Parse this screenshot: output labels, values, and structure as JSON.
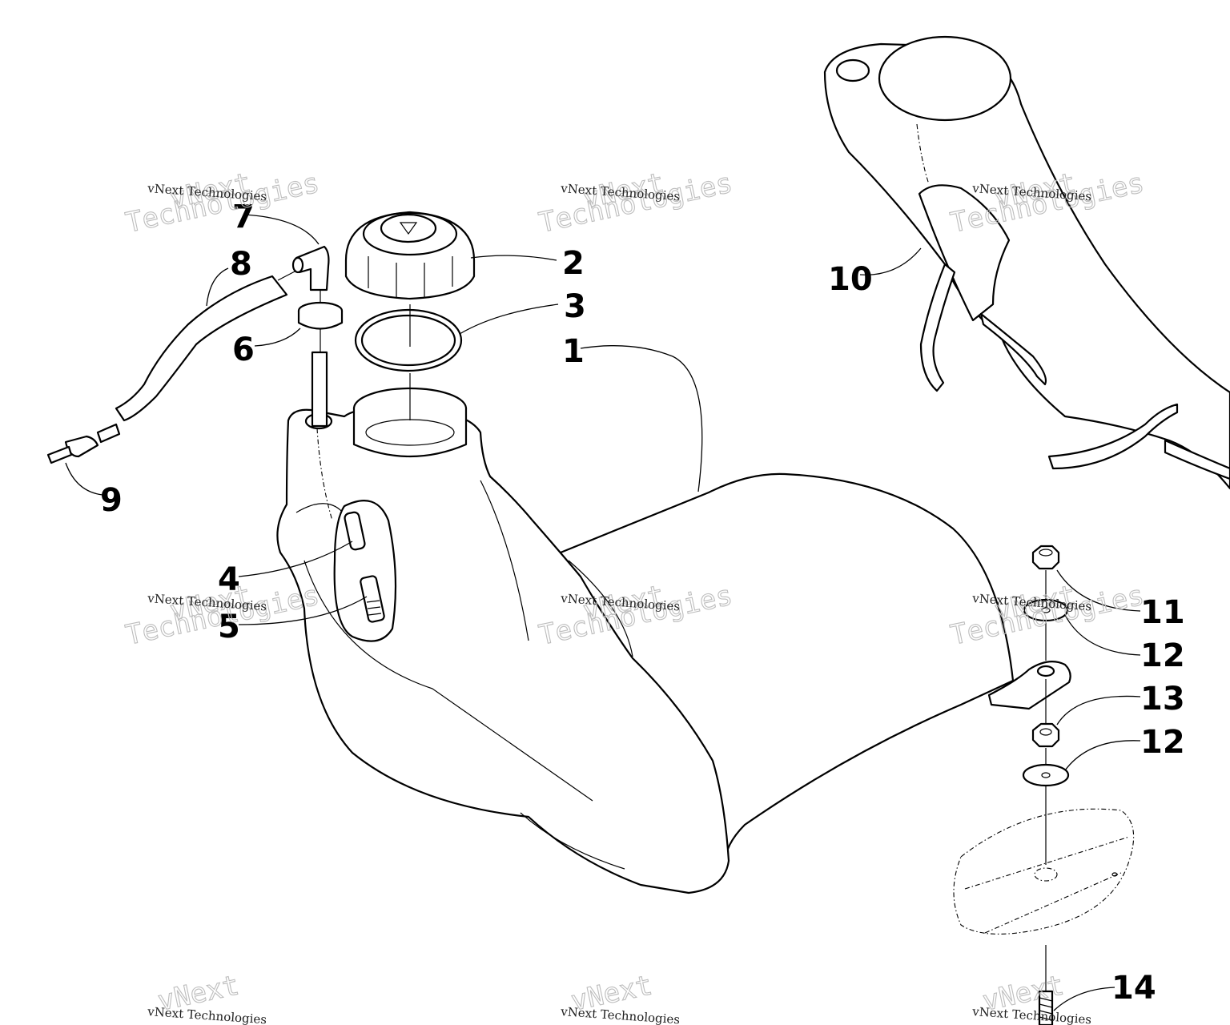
{
  "callouts": [
    "1",
    "2",
    "3",
    "4",
    "5",
    "6",
    "7",
    "8",
    "9",
    "10",
    "11",
    "12",
    "13",
    "12",
    "14"
  ],
  "watermark": {
    "brand": "vNext",
    "company": "vNext Technologies",
    "word": "Technologies"
  },
  "colors": {
    "line": "#000000",
    "background": "#ffffff",
    "watermark": "#bdbdbd"
  }
}
